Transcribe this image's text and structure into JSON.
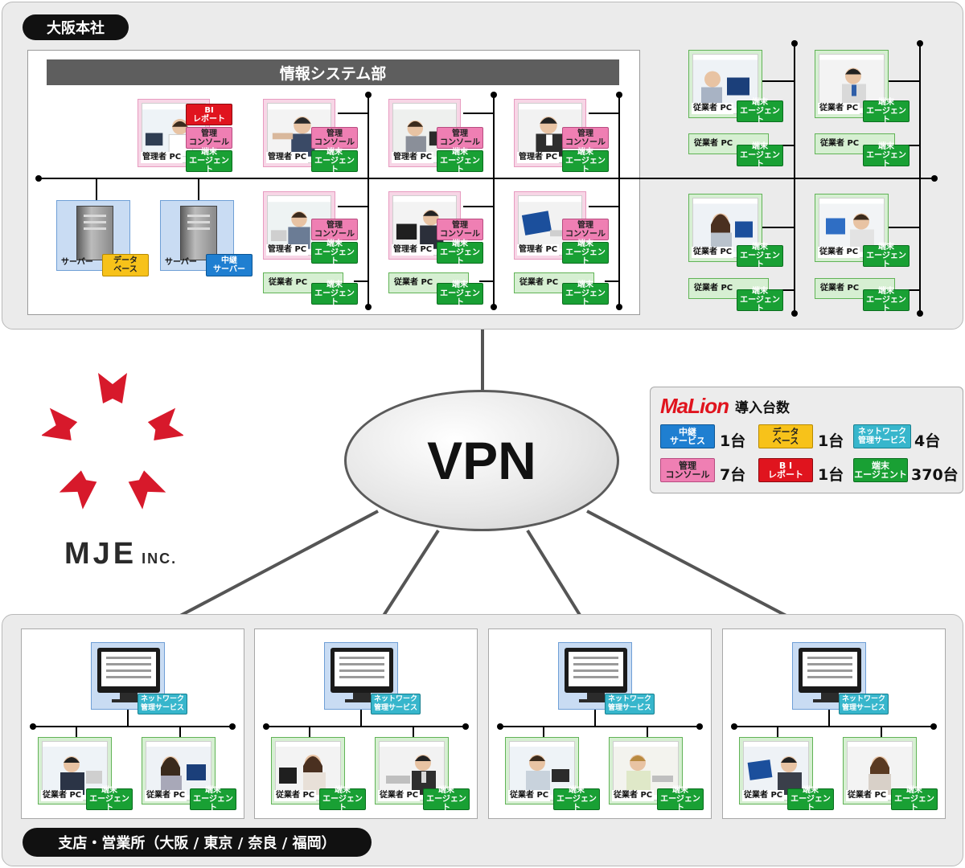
{
  "headquarters": {
    "title": "大阪本社",
    "department": "情報システム部"
  },
  "labels": {
    "admin_pc": "管理者 PC",
    "employee_pc": "従業者 PC",
    "server": "サーバー"
  },
  "badges": {
    "agent": "端末\nエージェント",
    "console": "管理\nコンソール",
    "bi_report": "BI\nレポート",
    "database": "データ\nベース",
    "relay_server": "中継\nサーバー",
    "network_service": "ネットワーク\n管理サービス"
  },
  "vpn": {
    "label": "VPN"
  },
  "logo": {
    "text": "MJE",
    "suffix": "INC."
  },
  "legend": {
    "brand": "MaLion",
    "title": "導入台数",
    "items": [
      {
        "badge": "中継\nサービス",
        "count": "1台",
        "color": "#1f7fd1"
      },
      {
        "badge": "データ\nベース",
        "count": "1台",
        "color": "#f7c21a"
      },
      {
        "badge": "ネットワーク\n管理サービス",
        "count": "4台",
        "color": "#37b6cc"
      },
      {
        "badge": "管理\nコンソール",
        "count": "7台",
        "color": "#ef7fb3"
      },
      {
        "badge": "B I\nレポート",
        "count": "1台",
        "color": "#e0141e"
      },
      {
        "badge": "端末\nエージェント",
        "count": "370台",
        "color": "#19a034"
      }
    ]
  },
  "branches": {
    "title": "支店・営業所（大阪 / 東京 / 奈良 / 福岡）"
  },
  "colors": {
    "agent": "#19a034",
    "console": "#ef7fb3",
    "bi": "#e0141e",
    "database": "#f7c21a",
    "relay": "#1f7fd1",
    "network": "#37b6cc",
    "logo_red": "#d7192b"
  }
}
